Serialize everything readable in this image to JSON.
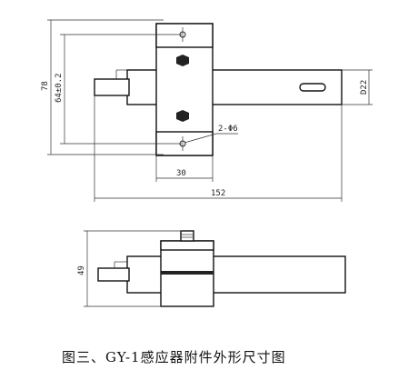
{
  "dimensions": {
    "overall_height": "78",
    "hole_spacing": "64±0.2",
    "shaft_diameter": "D22",
    "hole_callout": "2-Φ6",
    "block_width": "30",
    "total_length": "152",
    "side_height": "49"
  },
  "caption": "图三、GY-1感应器附件外形尺寸图",
  "colors": {
    "line": "#222222",
    "bolt": "#222222",
    "background": "#ffffff"
  }
}
